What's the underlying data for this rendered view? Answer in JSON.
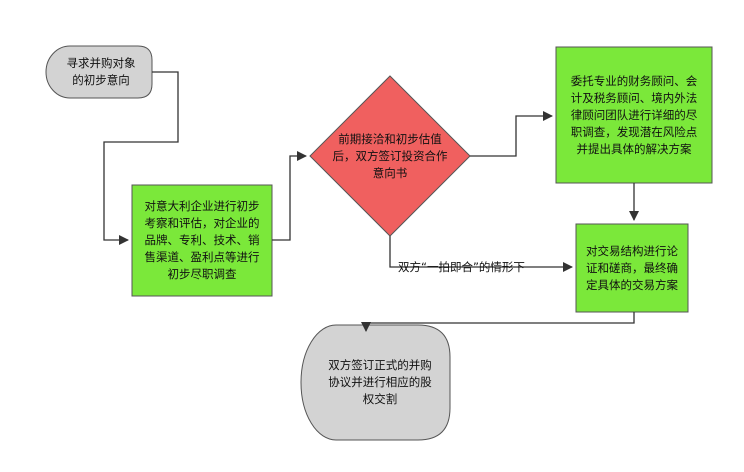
{
  "diagram": {
    "nodes": {
      "seek_intent": {
        "text": "寻求并购对象的初步意向",
        "fill": "#d3d3d3"
      },
      "initial_investigation": {
        "text": "对意大利企业进行初步考察和评估，对企业的品牌、专利、技术、销售渠道、盈利点等进行初步尽职调查",
        "fill": "#7be83a"
      },
      "sign_loi": {
        "text": "前期接洽和初步估值后，双方签订投资合作意向书",
        "fill": "#f0605f"
      },
      "due_diligence": {
        "text": "委托专业的财务顾问、会计及税务顾问、境内外法律顾问团队进行详细的尽职调查，发现潜在风险点并提出具体的解决方案",
        "fill": "#7be83a"
      },
      "structure_analysis": {
        "text": "对交易结构进行论证和磋商，最终确定具体的交易方案",
        "fill": "#7be83a"
      },
      "sign_agreement": {
        "text": "双方签订正式的并购协议并进行相应的股权交割",
        "fill": "#d3d3d3"
      }
    },
    "edge_labels": {
      "agreement_reached": "双方“一拍即合”的情形下"
    }
  }
}
